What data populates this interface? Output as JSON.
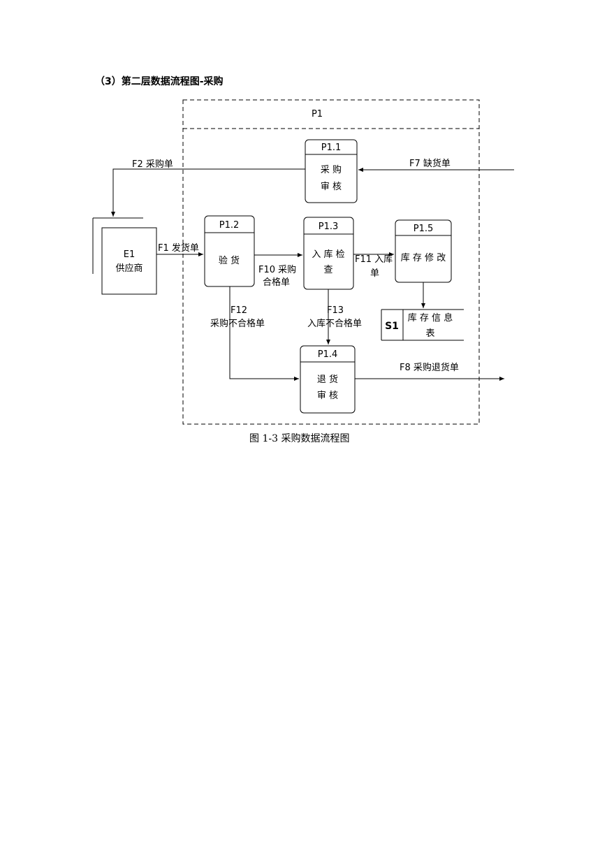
{
  "heading": "（3）第二层数据流程图-采购",
  "caption": "图 1-3  采购数据流程图",
  "boundary": {
    "label": "P1"
  },
  "entities": [
    {
      "id": "E1",
      "name": "供应商"
    }
  ],
  "processes": [
    {
      "id": "P1.1",
      "name_line1": "采 购",
      "name_line2": "审 核"
    },
    {
      "id": "P1.2",
      "name_line1": "验 货",
      "name_line2": ""
    },
    {
      "id": "P1.3",
      "name_line1": "入 库 检",
      "name_line2": "查"
    },
    {
      "id": "P1.4",
      "name_line1": "退 货",
      "name_line2": "审 核"
    },
    {
      "id": "P1.5",
      "name_line1": "库 存 修 改",
      "name_line2": ""
    }
  ],
  "stores": [
    {
      "id": "S1",
      "name_line1": "库 存 信 息",
      "name_line2": "表"
    }
  ],
  "flows": [
    {
      "label_line1": "F1 发货单",
      "label_line2": ""
    },
    {
      "label_line1": "F2 采购单",
      "label_line2": ""
    },
    {
      "label_line1": "F7 缺货单",
      "label_line2": ""
    },
    {
      "label_line1": "F8 采购退货单",
      "label_line2": ""
    },
    {
      "label_line1": "F10 采购",
      "label_line2": "合格单"
    },
    {
      "label_line1": "F11 入库",
      "label_line2": "单"
    },
    {
      "label_line1": "F12",
      "label_line2": "采购不合格单"
    },
    {
      "label_line1": "F13",
      "label_line2": "入库不合格单"
    }
  ]
}
